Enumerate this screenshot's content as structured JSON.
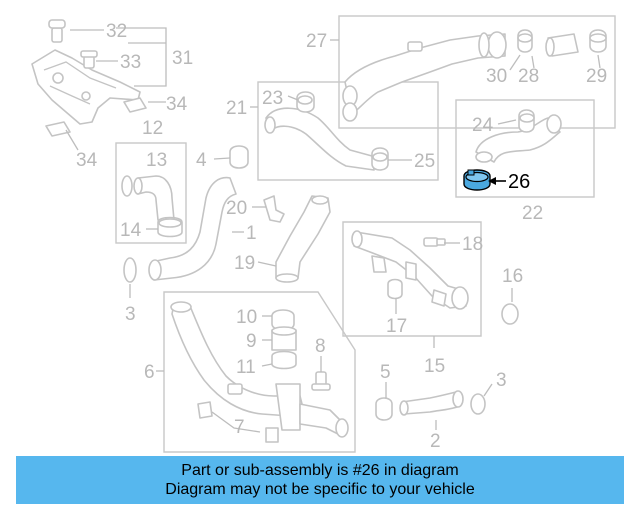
{
  "callouts": {
    "c32": "32",
    "c33": "33",
    "c31": "31",
    "c34a": "34",
    "c12": "12",
    "c34b": "34",
    "c27": "27",
    "c30": "30",
    "c28": "28",
    "c29": "29",
    "c21": "21",
    "c23": "23",
    "c25": "25",
    "c24": "24",
    "c26": "26",
    "c22": "22",
    "c13": "13",
    "c4": "4",
    "c14": "14",
    "c20": "20",
    "c1": "1",
    "c19": "19",
    "c3a": "3",
    "c18": "18",
    "c16": "16",
    "c17": "17",
    "c15": "15",
    "c10": "10",
    "c9": "9",
    "c11": "11",
    "c8": "8",
    "c6": "6",
    "c7": "7",
    "c5": "5",
    "c3b": "3",
    "c2": "2"
  },
  "highlight": {
    "part_number": "26",
    "color": "#4aa8df"
  },
  "banner": {
    "line1": "Part or sub-assembly is #26 in diagram",
    "line2": "Diagram may not be specific to your vehicle",
    "background": "#56b7ee"
  }
}
